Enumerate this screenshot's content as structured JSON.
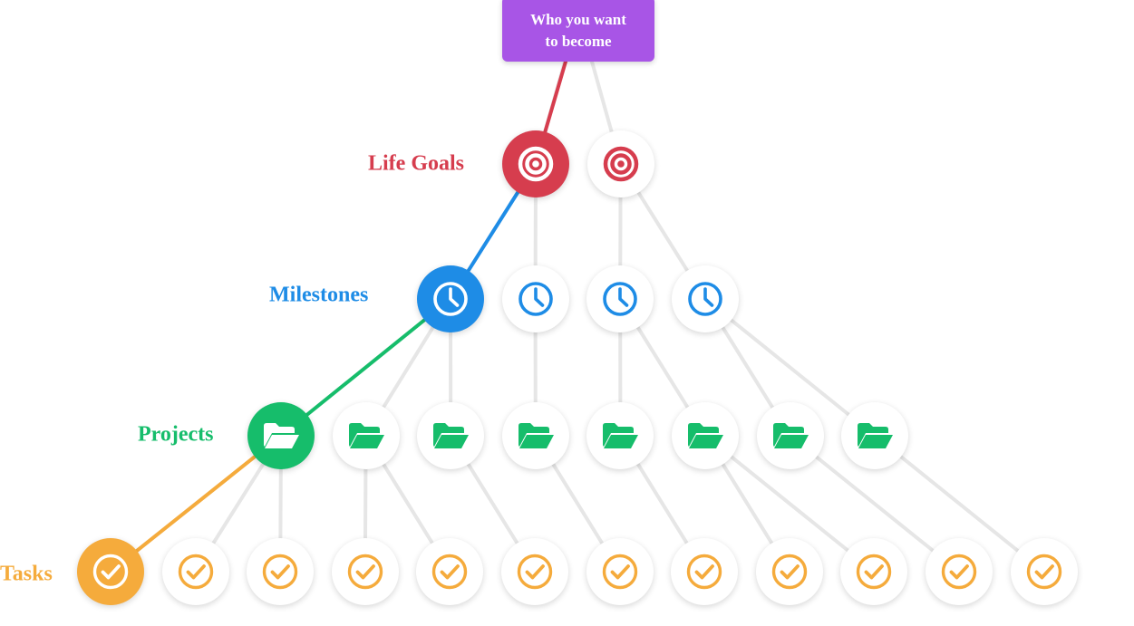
{
  "root": {
    "line1": "Who you want",
    "line2": "to become",
    "color": "#a855e6"
  },
  "levels": [
    {
      "key": "goals",
      "label": "Life Goals",
      "color": "#d63d4e",
      "icon": "target-icon",
      "count": 2,
      "active_index": 0
    },
    {
      "key": "milestones",
      "label": "Milestones",
      "color": "#1e8ce6",
      "icon": "clock-icon",
      "count": 4,
      "active_index": 0
    },
    {
      "key": "projects",
      "label": "Projects",
      "color": "#16bd6b",
      "icon": "folder-open-icon",
      "count": 8,
      "active_index": 0
    },
    {
      "key": "tasks",
      "label": "Tasks",
      "color": "#f5ab3c",
      "icon": "check-circle-icon",
      "count": 12,
      "active_index": 0
    }
  ],
  "connector_color": "#e6e6e6"
}
